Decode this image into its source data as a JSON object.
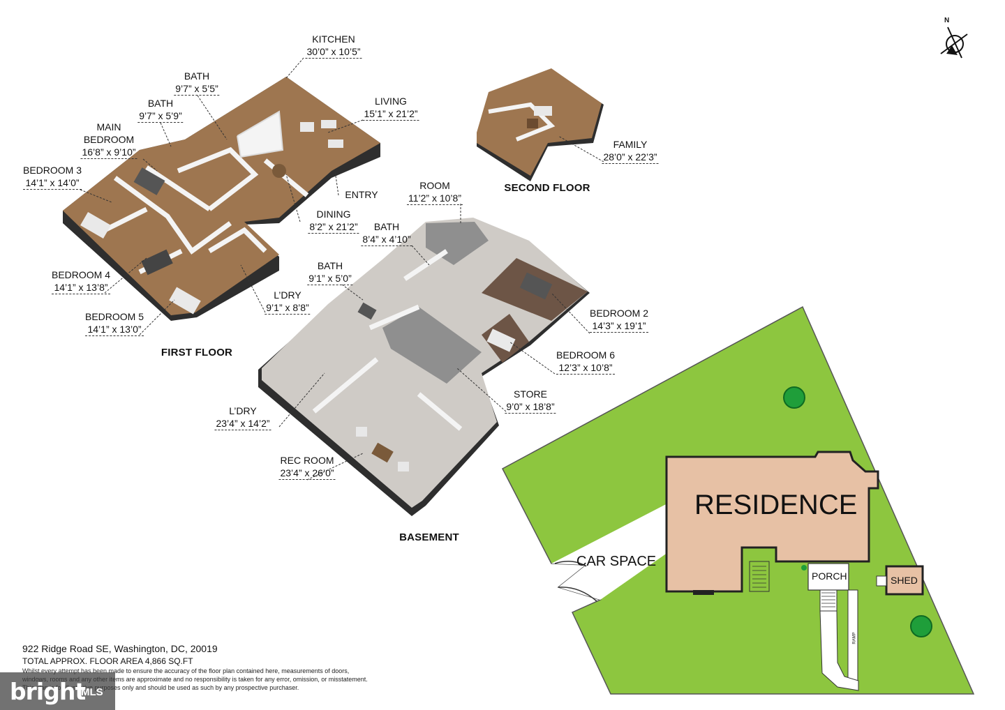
{
  "floors": [
    {
      "id": "first",
      "title": "FIRST FLOOR"
    },
    {
      "id": "second",
      "title": "SECOND FLOOR"
    },
    {
      "id": "basement",
      "title": "BASEMENT"
    }
  ],
  "rooms": [
    {
      "name": "KITCHEN",
      "dims": "30’0” x 10’5”"
    },
    {
      "name": "BATH",
      "dims": "9’7” x 5’5”"
    },
    {
      "name": "BATH",
      "dims": "9’7” x 5’9”"
    },
    {
      "name": "MAIN\nBEDROOM",
      "dims": "16’8” x 9’10”"
    },
    {
      "name": "LIVING",
      "dims": "15’1” x 21’2”"
    },
    {
      "name": "BEDROOM 3",
      "dims": "14’1” x 14’0”"
    },
    {
      "name": "ENTRY",
      "dims": ""
    },
    {
      "name": "DINING",
      "dims": "8’2” x 21’2”"
    },
    {
      "name": "BEDROOM 4",
      "dims": "14’1” x 13’8”"
    },
    {
      "name": "BEDROOM 5",
      "dims": "14’1” x 13’0”"
    },
    {
      "name": "L’DRY",
      "dims": "9’1” x 8’8”"
    },
    {
      "name": "FAMILY",
      "dims": "28’0” x 22’3”"
    },
    {
      "name": "ROOM",
      "dims": "11’2” x 10’8”"
    },
    {
      "name": "BATH",
      "dims": "8’4” x 4’10”"
    },
    {
      "name": "BATH",
      "dims": "9’1” x 5’0”"
    },
    {
      "name": "BEDROOM 2",
      "dims": "14’3” x 19’1”"
    },
    {
      "name": "BEDROOM 6",
      "dims": "12’3” x 10’8”"
    },
    {
      "name": "STORE",
      "dims": "9’0” x 18’8”"
    },
    {
      "name": "L’DRY",
      "dims": "23’4” x 14’2”"
    },
    {
      "name": "REC ROOM",
      "dims": "23’4” x 26’0”"
    }
  ],
  "site_plan": {
    "residence": "RESIDENCE",
    "car_space": "CAR SPACE",
    "porch": "PORCH",
    "shed": "SHED",
    "ramp": "RAMP",
    "compass": "N"
  },
  "footer": {
    "address": "922 Ridge Road SE, Washington, DC, 20019",
    "area": "TOTAL APPROX. FLOOR AREA 4,866 SQ.FT",
    "disclaimer1": "Whilst every attempt has been made to ensure the accuracy of the floor plan contained here, measurements of doors,",
    "disclaimer2": "windows, rooms and any other items are approximate and no responsibility is taken for any error, omission, or misstatement.",
    "disclaimer3": "This plan is for illustrative purposes only and should be used as such by any prospective purchaser."
  },
  "watermark": {
    "brand": "bright",
    "suffix": "MLS"
  },
  "colors": {
    "floor_wood": "#a07a55",
    "floor_grey": "#cfcbc6",
    "wall": "#f4f4f4",
    "lawn": "#8dc63f",
    "residence_fill": "#e7c1a5",
    "tree": "#1f9e3a"
  }
}
